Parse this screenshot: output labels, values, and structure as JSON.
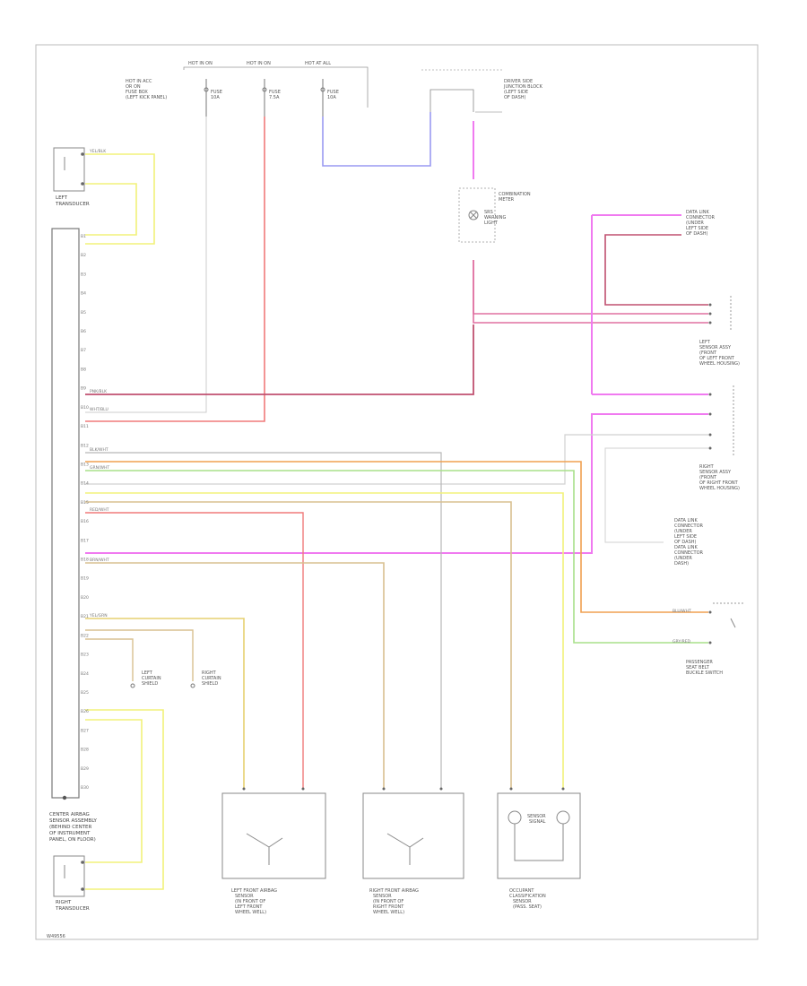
{
  "diagram": {
    "footer_code": "W49556",
    "components": {
      "left_transducer": {
        "lines": [
          "LEFT",
          "TRANSDUCER"
        ]
      },
      "right_transducer": {
        "lines": [
          "RIGHT",
          "TRANSDUCER"
        ]
      },
      "srs_module": {
        "lines": [
          "CENTER AIRBAG",
          "SENSOR ASSEMBLY",
          "(BEHIND CENTER",
          "OF INSTRUMENT",
          "PANEL, ON FLOOR)"
        ]
      },
      "fuse_header": {
        "lines": [
          "HOT IN ACC",
          "OR ON",
          "FUSE BOX",
          "(LEFT KICK PANEL)"
        ]
      },
      "fuse_1": {
        "title": "HOT IN ON",
        "sub": "FUSE",
        "amp": "10A"
      },
      "fuse_2": {
        "title": "HOT IN ON",
        "sub": "FUSE",
        "amp": "7.5A"
      },
      "fuse_3": {
        "title": "HOT AT ALL",
        "sub": "FUSE",
        "amp": "10A"
      },
      "fuse_box_right": {
        "lines": [
          "DRIVER SIDE",
          "JUNCTION BLOCK",
          "(LEFT SIDE",
          "OF DASH)"
        ]
      },
      "connector_top": {
        "lines": [
          "COMBINATION",
          "METER",
          "SRS",
          "WARNING",
          "LIGHT"
        ]
      },
      "dlc": {
        "lines": [
          "DATA LINK",
          "CONNECTOR",
          "(UNDER",
          "LEFT SIDE",
          "OF DASH)"
        ]
      },
      "left_sensor": {
        "lines": [
          "LEFT",
          "SENSOR ASSY",
          "(FRONT",
          "OF LEFT FRONT",
          "WHEEL HOUSING)"
        ]
      },
      "right_sensor": {
        "lines": [
          "RIGHT",
          "SENSOR ASSY",
          "(FRONT",
          "OF RIGHT FRONT",
          "WHEEL HOUSING)"
        ]
      },
      "seatbelt_sensor": {
        "lines": [
          "DATA LINK",
          "CONNECTOR",
          "(UNDER",
          "LEFT SIDE",
          "OF DASH)",
          "DATA LINK",
          "CONNECTOR",
          "(UNDER",
          "DASH)"
        ]
      },
      "passenger_buckle": {
        "lines": [
          "PASSENGER",
          "SEAT BELT",
          "BUCKLE SWITCH"
        ]
      },
      "left_front_sensor": {
        "lines": [
          "LEFT FRONT AIRBAG",
          "SENSOR",
          "(IN FRONT OF",
          "LEFT FRONT",
          "WHEEL WELL)"
        ]
      },
      "right_front_sensor": {
        "lines": [
          "RIGHT FRONT AIRBAG",
          "SENSOR",
          "(IN FRONT OF",
          "RIGHT FRONT",
          "WHEEL WELL)"
        ]
      },
      "occupant_sensor": {
        "lines": [
          "OCCUPANT",
          "CLASSIFICATION",
          "SENSOR",
          "(PASS. SEAT)"
        ]
      },
      "left_squib": {
        "lines": [
          "LEFT",
          "CURTAIN",
          "SHIELD"
        ]
      },
      "right_squib": {
        "lines": [
          "RIGHT",
          "CURTAIN",
          "SHIELD"
        ]
      },
      "sensor_label": {
        "title": "SENSOR",
        "sub": "SIGNAL"
      }
    },
    "wire_colors": {
      "yellow": "#f2f27a",
      "red": "#f07a7a",
      "magenta": "#f07af0",
      "blue": "#9a9af2",
      "darkred": "#c05070",
      "green": "#a8e08a",
      "orange": "#f0a050",
      "tan": "#d8c090",
      "gray": "#b8b8b8",
      "lime": "#c8e070"
    },
    "pin_labels": [
      "B1",
      "B2",
      "B3",
      "B4",
      "B5",
      "B6",
      "B7",
      "B8",
      "B9",
      "B10",
      "B11",
      "B12",
      "B13",
      "B14",
      "B15",
      "B16",
      "B17",
      "B18",
      "B19",
      "B20",
      "B21",
      "B22",
      "B23",
      "B24",
      "B25",
      "B26",
      "B27",
      "B28",
      "B29",
      "B30"
    ],
    "wire_codes": [
      "YEL/BLK",
      "WHT/BLU",
      "PNK/BLK",
      "GRN/WHT",
      "BLK/WHT",
      "BRN/WHT",
      "RED/WHT",
      "YEL/GRN",
      "BLU/WHT",
      "GRY/RED"
    ]
  }
}
